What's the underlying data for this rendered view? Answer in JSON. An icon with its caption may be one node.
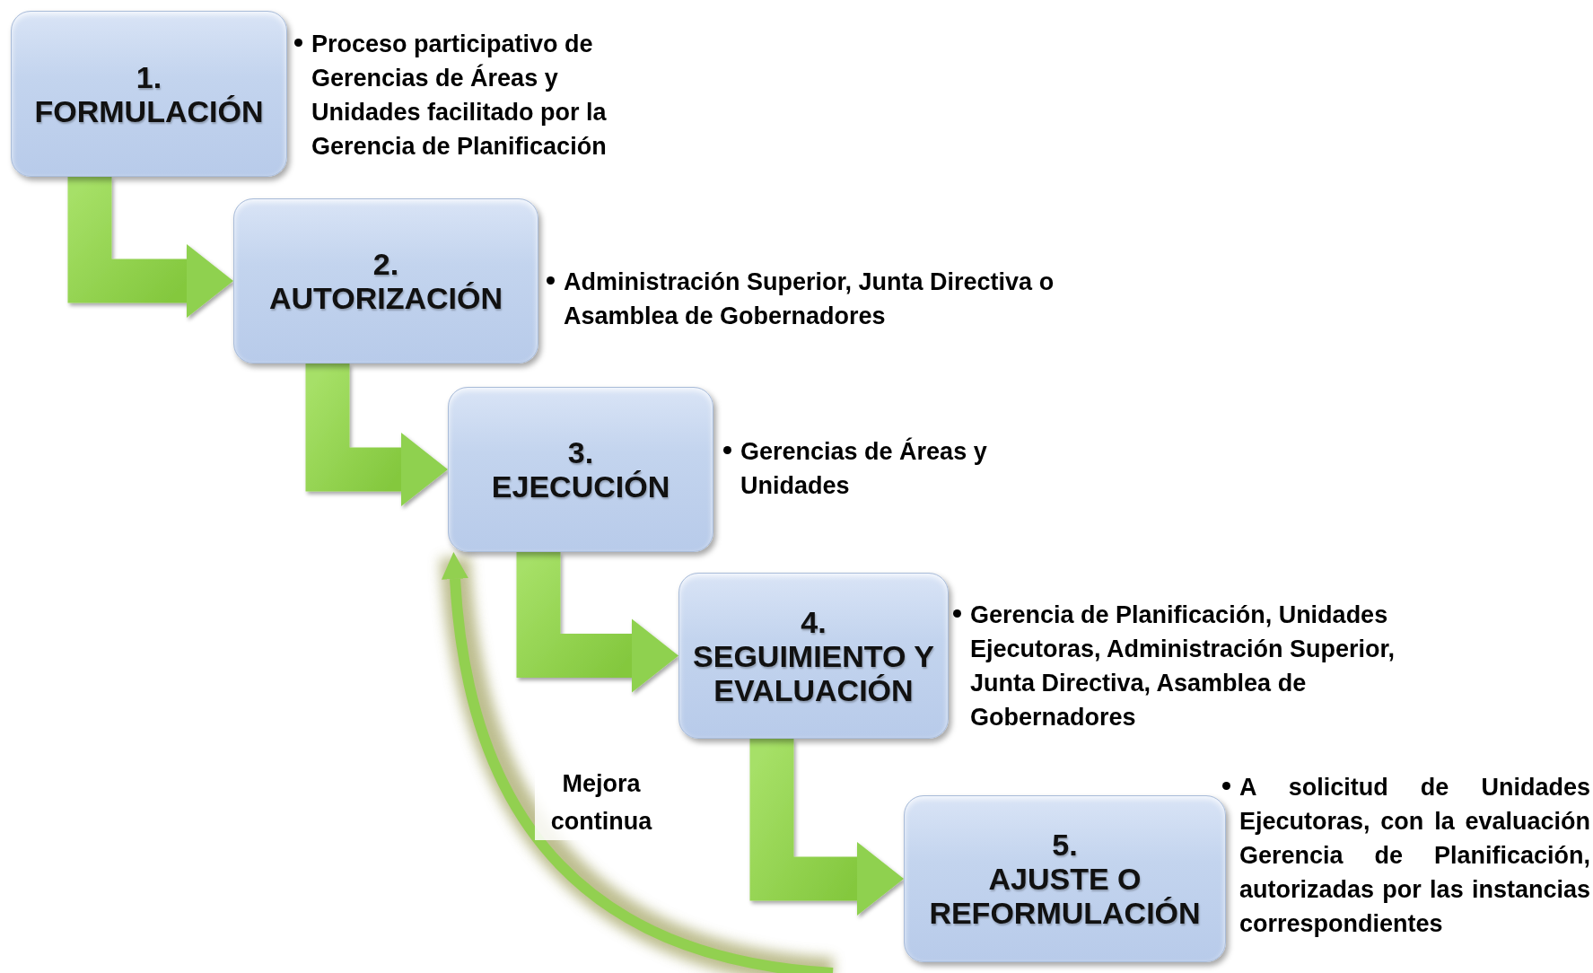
{
  "diagram": {
    "nodes": [
      {
        "text": [
          "1.",
          "FORMULACIÓN"
        ],
        "beside": [
          "Proceso participativo de Gerencias de Áreas y Unidades  facilitado por la Gerencia de Planificación"
        ]
      },
      {
        "text": [
          "2.",
          "AUTORIZACIÓN"
        ],
        "beside": [
          "Administración Superior, Junta Directiva o Asamblea de Gobernadores"
        ]
      },
      {
        "text": [
          "3.",
          "EJECUCIÓN"
        ],
        "beside": [
          "Gerencias de Áreas y Unidades"
        ]
      },
      {
        "text": [
          "4.",
          "SEGUIMIENTO Y EVALUACIÓN"
        ],
        "beside": [
          "Gerencia de Planificación, Unidades Ejecutoras, Administración Superior, Junta Directiva, Asamblea de Gobernadores"
        ]
      },
      {
        "text": [
          "5.",
          "AJUSTE O REFORMULACIÓN"
        ],
        "beside": [
          "A solicitud de Unidades Ejecutoras, con la evaluación Gerencia de Planificación, autorizadas por las instancias correspondientes"
        ]
      }
    ],
    "edges": [
      {
        "from": 0,
        "to": 1,
        "arrow": "to",
        "style": "thick"
      },
      {
        "from": 1,
        "to": 2,
        "arrow": "to",
        "style": "thick"
      },
      {
        "from": 2,
        "to": 3,
        "arrow": "to",
        "style": "thick"
      },
      {
        "from": 3,
        "to": 4,
        "arrow": "to",
        "style": "thick"
      },
      {
        "from": null,
        "to": 2,
        "arrow": "to",
        "label": "Mejora continua"
      }
    ]
  }
}
